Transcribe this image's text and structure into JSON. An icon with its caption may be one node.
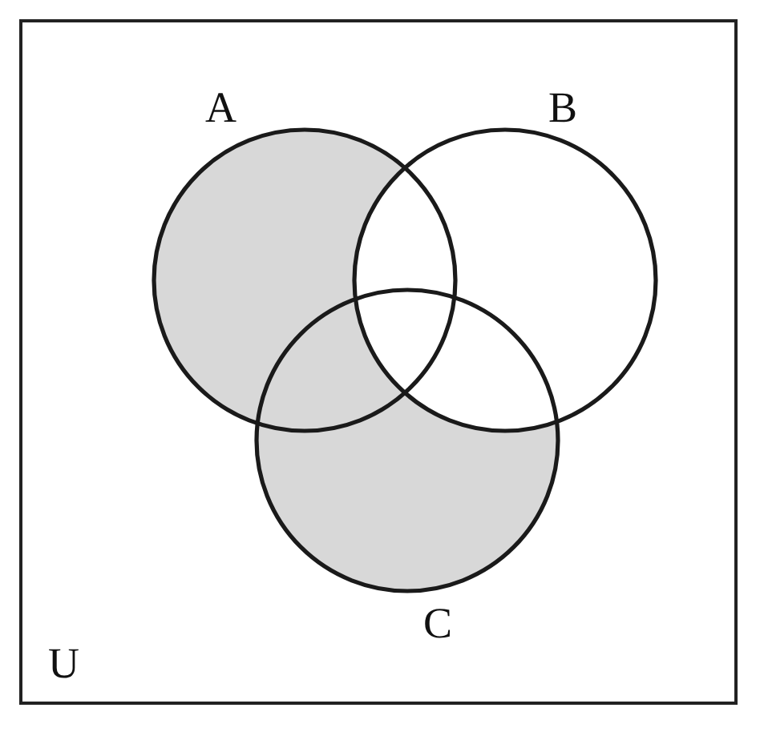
{
  "diagram": {
    "nodes": [
      {
        "text": [
          "U"
        ]
      },
      {
        "text": [
          "A"
        ],
        "in": 0
      },
      {
        "text": [
          "B"
        ],
        "in": 0
      },
      {
        "text": [
          "C"
        ],
        "in": 0
      }
    ]
  }
}
